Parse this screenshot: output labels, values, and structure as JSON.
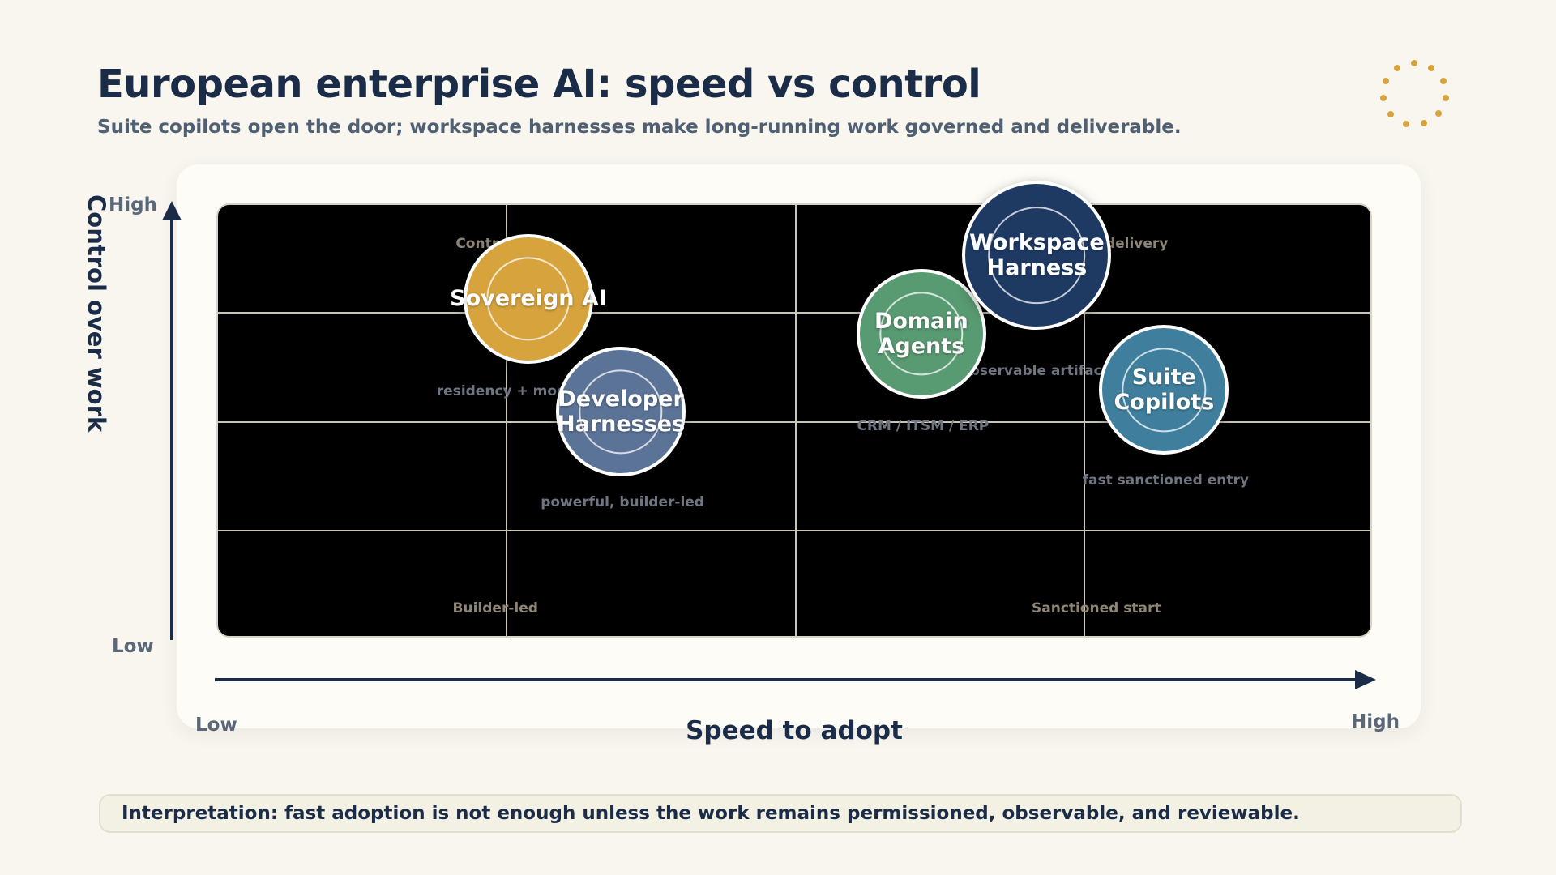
{
  "header": {
    "title": "European enterprise AI: speed vs control",
    "subtitle": "Suite copilots open the door; workspace harnesses make long-running work governed and deliverable."
  },
  "colors": {
    "background": "#f8f6ef",
    "navy": "#1b2c48",
    "gold": "#d7a33d",
    "slate_blue": "#5b7396",
    "green": "#589a71",
    "dark_navy": "#1e3a63",
    "teal": "#3f7f9d",
    "plot_background": "#000000"
  },
  "icons": {
    "corner_decoration": "dotted-circle-icon"
  },
  "chart": {
    "y_axis": {
      "title": "Control over work",
      "high_label": "High",
      "low_label": "Low"
    },
    "x_axis": {
      "title": "Speed to adopt",
      "low_label": "Low",
      "high_label": "High"
    },
    "zones": [
      {
        "label": "Control f",
        "x": 0.235,
        "y": 0.91
      },
      {
        "label": "delivery",
        "x": 0.795,
        "y": 0.91
      },
      {
        "label": "Builder-led",
        "x": 0.24,
        "y": 0.07
      },
      {
        "label": "Sanctioned start",
        "x": 0.76,
        "y": 0.07
      }
    ]
  },
  "chart_data": {
    "type": "scatter",
    "xlabel": "Speed to adopt",
    "ylabel": "Control over work",
    "xlim": [
      0,
      1
    ],
    "ylim": [
      0,
      1
    ],
    "grid": true,
    "points": [
      {
        "name": "Sovereign AI",
        "x": 0.27,
        "y": 0.78,
        "size": 1.0,
        "color": "#d7a33d",
        "note": "residency + mod"
      },
      {
        "name": "Developer Harnesses",
        "x": 0.35,
        "y": 0.52,
        "size": 1.0,
        "color": "#5b7396",
        "note": "powerful, builder-led"
      },
      {
        "name": "Domain Agents",
        "x": 0.61,
        "y": 0.7,
        "size": 1.0,
        "color": "#589a71",
        "note": "CRM / ITSM / ERP"
      },
      {
        "name": "Workspace Harness",
        "x": 0.71,
        "y": 0.88,
        "size": 1.15,
        "color": "#1e3a63",
        "note": "observable artifacts"
      },
      {
        "name": "Suite Copilots",
        "x": 0.82,
        "y": 0.57,
        "size": 1.0,
        "color": "#3f7f9d",
        "note": "fast sanctioned entry"
      }
    ]
  },
  "footer": {
    "interpretation": "Interpretation: fast adoption is not enough unless the work remains permissioned, observable, and reviewable."
  }
}
